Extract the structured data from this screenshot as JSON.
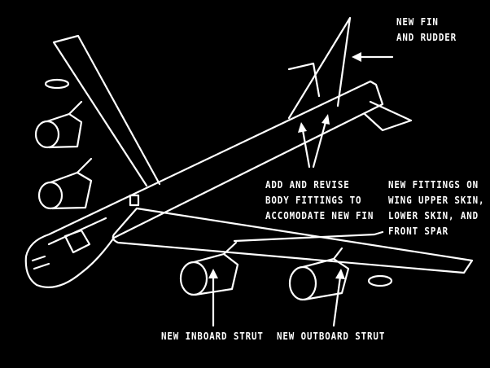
{
  "title": "Aircraft modification diagram",
  "labels": {
    "fin_rudder": [
      "NEW FIN",
      "AND RUDDER"
    ],
    "body_fittings": [
      "ADD AND REVISE",
      "BODY FITTINGS TO",
      "ACCOMODATE NEW FIN"
    ],
    "wing_fittings": [
      "NEW FITTINGS ON",
      "WING UPPER SKIN,",
      "LOWER SKIN, AND",
      "FRONT SPAR"
    ],
    "inboard_strut": "NEW INBOARD STRUT",
    "outboard_strut": "NEW OUTBOARD STRUT"
  },
  "colors": {
    "background": "#000000",
    "line": "#ffffff"
  }
}
